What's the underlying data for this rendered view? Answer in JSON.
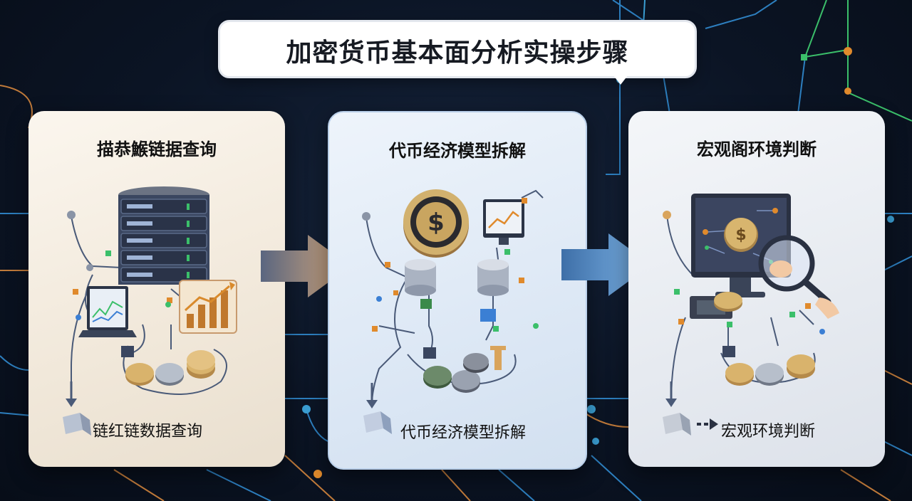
{
  "title": "加密货币基本面分析实操步骤",
  "steps": [
    {
      "title": "描恭鯸链据查询",
      "label": "链红链数据查询",
      "icon": "server-stack-icon"
    },
    {
      "title": "代币经济模型拆解",
      "label": "代币经济模型拆解",
      "icon": "token-coin-icon"
    },
    {
      "title": "宏观阁环境判断",
      "label": "宏观环境判断",
      "icon": "magnifier-monitor-icon"
    }
  ],
  "colors": {
    "background": "#0b1424",
    "panel_1": "#f3ebdf",
    "panel_2": "#dfe9f5",
    "panel_3": "#e8ecf1",
    "arrow_1": "#c89a6e",
    "arrow_2": "#5f9fd8",
    "accent_orange": "#e08a2c",
    "accent_green": "#3bbf6a"
  }
}
